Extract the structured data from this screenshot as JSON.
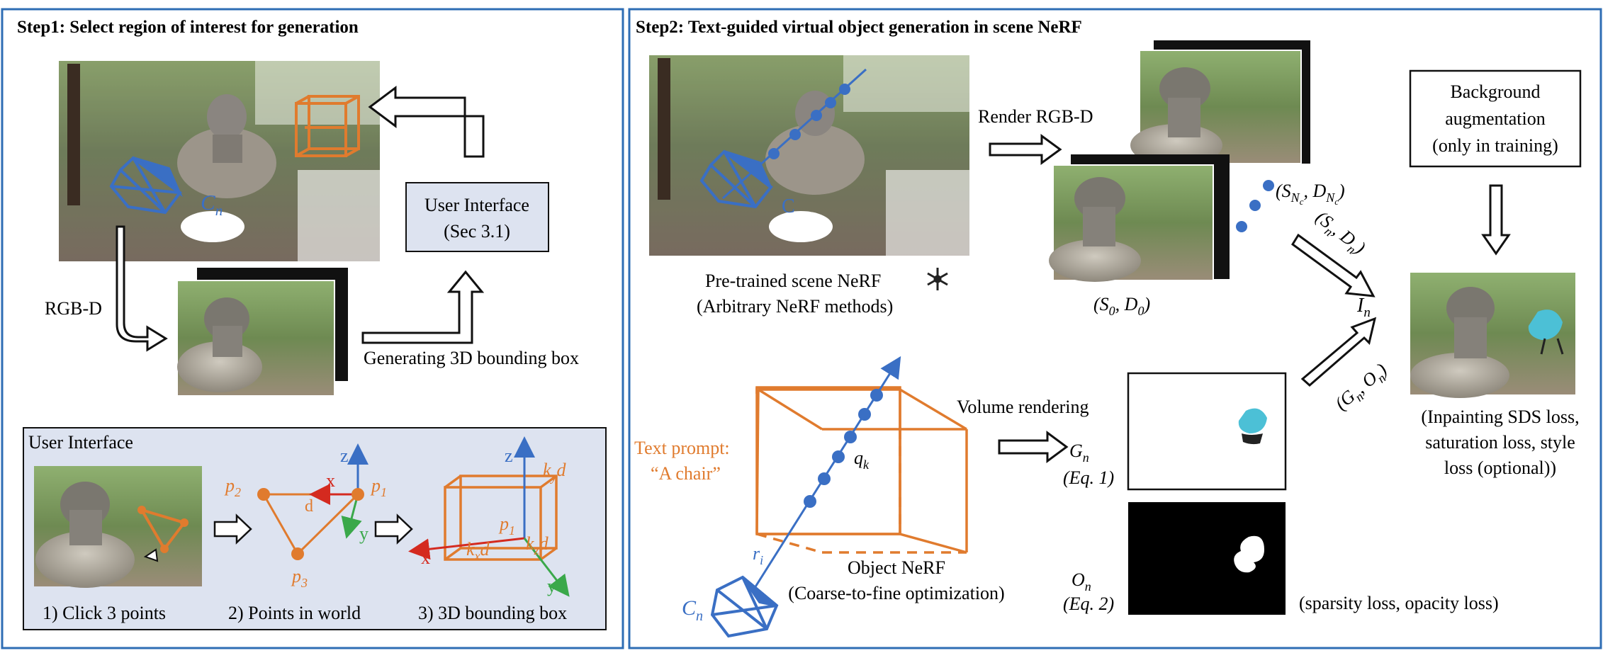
{
  "step1": {
    "title": "Step1: Select region of interest for generation",
    "cn_label": "C",
    "cn_sub": "n",
    "ui_box_line1": "User Interface",
    "ui_box_line2": "(Sec 3.1)",
    "rgbd_label": "RGB-D",
    "gen_bbox_label": "Generating 3D bounding box",
    "ui_panel": {
      "title": "User Interface",
      "captions": [
        "1) Click 3 points",
        "2) Points in world",
        "3) 3D bounding box"
      ],
      "p1": "p",
      "p1_sub": "1",
      "p2": "p",
      "p2_sub": "2",
      "p3": "p",
      "p3_sub": "3",
      "axis_z": "z",
      "axis_x": "x",
      "axis_y": "y",
      "d": "d",
      "kx": "k",
      "kx_sub": "x",
      "kx_tail": "d",
      "ky": "k",
      "ky_sub": "y",
      "ky_tail": "d",
      "kz": "k",
      "kz_sub": "z",
      "kz_tail": "d"
    }
  },
  "step2": {
    "title": "Step2: Text-guided virtual object generation in scene NeRF",
    "scene_c_label": "C",
    "render_label": "Render RGB-D",
    "pretrained_line1": "Pre-trained scene NeRF",
    "pretrained_line2": "(Arbitrary NeRF methods)",
    "snowflake_icon": "snowflake",
    "s0d0": "(S",
    "s0d0_sub": "0",
    "s0d0_mid": ", D",
    "s0d0_sub2": "0",
    "s0d0_end": ")",
    "sncdnc": "(S",
    "sncdnc_sub": "N",
    "sncdnc_subsub": "c",
    "sncdnc_mid": ", D",
    "sncdnc_sub2": "N",
    "sncdnc_subsub2": "c",
    "sncdnc_end": ")",
    "sndn_rot": "(S",
    "sndn_sub": "n",
    "sndn_mid": ", D",
    "sndn_sub2": "n",
    "sndn_end": ")",
    "bg_aug_line1": "Background",
    "bg_aug_line2": "augmentation",
    "bg_aug_line3": "(only in training)",
    "in_label": "I",
    "in_sub": "n",
    "gnon_rot": "(G",
    "gnon_sub": "n",
    "gnon_mid": ", O",
    "gnon_sub2": "n",
    "gnon_end": ")",
    "loss_line1": "(Inpainting SDS loss,",
    "loss_line2": "saturation loss, style",
    "loss_line3": "loss (optional))",
    "text_prompt_line1": "Text prompt:",
    "text_prompt_line2": "“A chair”",
    "qk": "q",
    "qk_sub": "k",
    "ri": "r",
    "ri_sub": "i",
    "cn": "C",
    "cn_sub": "n",
    "object_nerf_line1": "Object NeRF",
    "object_nerf_line2": "(Coarse-to-fine optimization)",
    "volume_rendering": "Volume rendering",
    "gn": "G",
    "gn_sub": "n",
    "eq1": "(Eq. 1)",
    "on": "O",
    "on_sub": "n",
    "eq2": "(Eq. 2)",
    "sparsity": "(sparsity loss, opacity loss)"
  },
  "colors": {
    "frame_blue": "#2e6db4",
    "orange": "#e07b2e",
    "camera_blue": "#3a6fc4",
    "ui_panel_bg": "#dde3f0",
    "red_axis": "#d42a1f",
    "green_axis": "#3aa84a"
  }
}
